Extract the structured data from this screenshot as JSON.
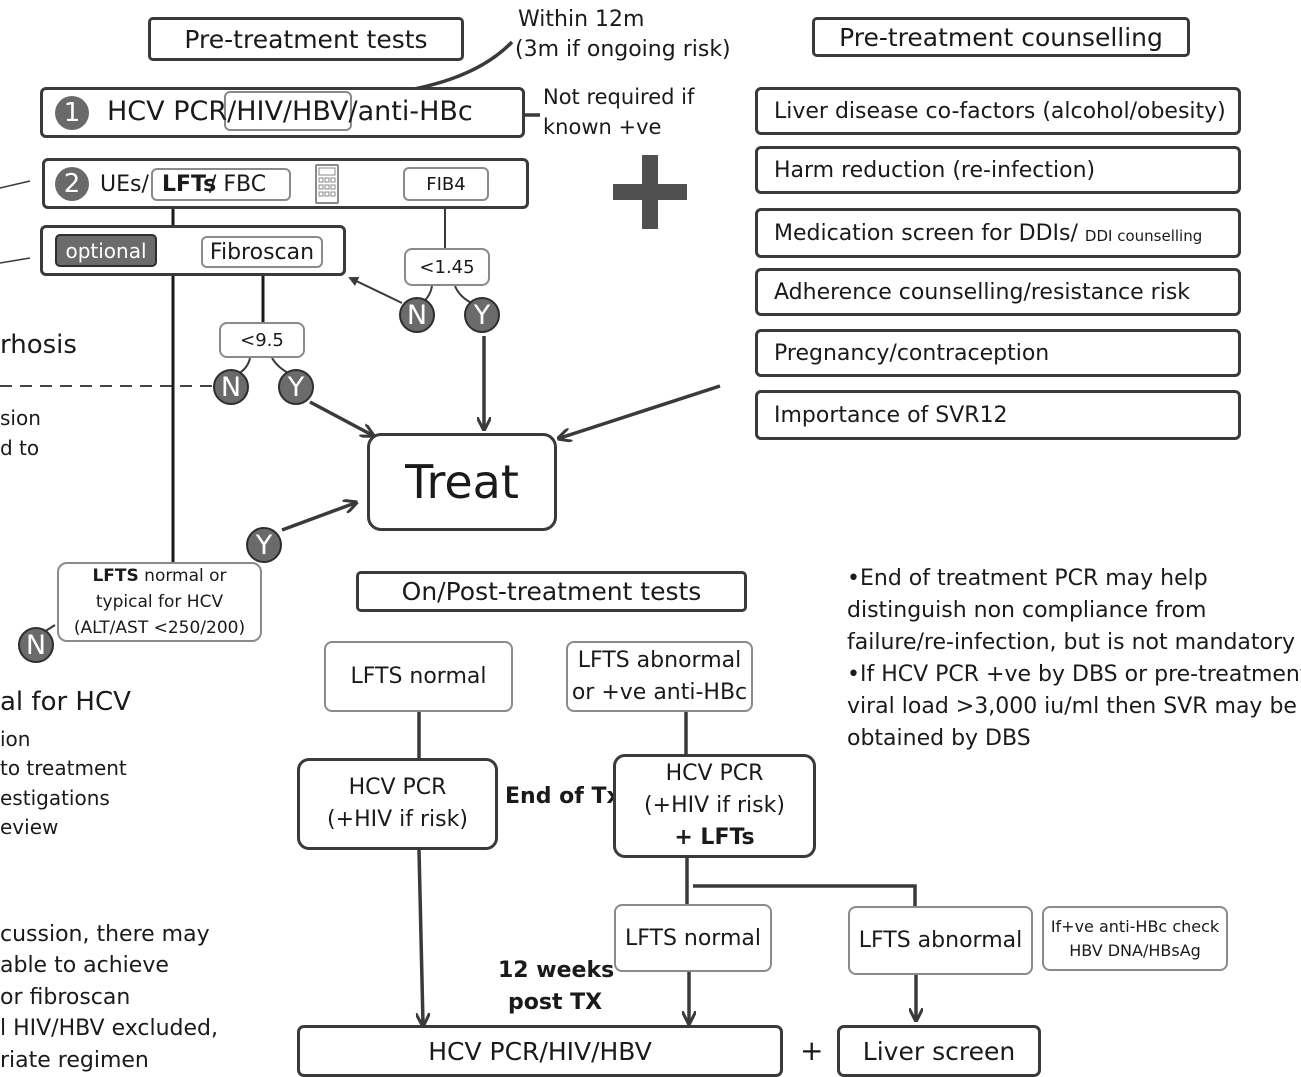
{
  "left_fragments": {
    "cirrhosis": "rhosis",
    "lines1": [
      "sion",
      "d to"
    ],
    "normal_for_hcv": "al for HCV",
    "lines2": [
      "ion",
      "to treatment",
      "estigations",
      "eview"
    ],
    "lines3": [
      "cussion, there may",
      "able to achieve",
      "or fibroscan",
      "l HIV/HBV excluded,",
      "riate regimen"
    ]
  },
  "pre_treatment": {
    "header": "Pre-treatment tests",
    "within_note": [
      "Within 12m",
      "(3m if ongoing risk)"
    ],
    "step1_num": "1",
    "step1_text": "HCV PCR/HIV/HBV/anti-HBc",
    "not_required": [
      "Not required if",
      "known +ve"
    ],
    "step2_num": "2",
    "step2_ues": "UEs/",
    "step2_lfts": "LFTs",
    "step2_fbc": "/ FBC",
    "fib4": "FIB4",
    "optional": "optional",
    "fibroscan": "Fibroscan",
    "threshold_fib4": "<1.45",
    "threshold_fibroscan": "<9.5",
    "yes": "Y",
    "no": "N"
  },
  "counselling": {
    "header": "Pre-treatment counselling",
    "items": [
      {
        "main": "Liver disease co-factors (alcohol/obesity)",
        "small": ""
      },
      {
        "main": "Harm reduction (re-infection)",
        "small": ""
      },
      {
        "main": "Medication screen for DDIs/ ",
        "small": "DDI counselling"
      },
      {
        "main": "Adherence counselling/resistance risk",
        "small": ""
      },
      {
        "main": "Pregnancy/contraception",
        "small": ""
      },
      {
        "main": "Importance of SVR12",
        "small": ""
      }
    ]
  },
  "treat": "Treat",
  "lfts_check": {
    "bold": "LFTS",
    "rest": " normal or",
    "line2": "typical for HCV",
    "line3": "(ALT/AST <250/200)"
  },
  "on_post": {
    "header": "On/Post-treatment tests",
    "lfts_normal": "LFTS normal",
    "lfts_abnormal": [
      "LFTS abnormal",
      "or +ve anti-HBc"
    ],
    "hcv_pcr_left": [
      "HCV PCR",
      "(+HIV if risk)"
    ],
    "hcv_pcr_right": [
      "HCV PCR",
      "(+HIV if risk)",
      "+ LFTs"
    ],
    "end_of_tx": "End of Tx",
    "lfts_normal_2": "LFTS normal",
    "lfts_abnormal_2": "LFTS abnormal",
    "hbv_check": [
      "If+ve anti-HBc check",
      "HBV DNA/HBsAg"
    ],
    "weeks_12": [
      "12 weeks",
      "post TX"
    ],
    "final_left": "HCV PCR/HIV/HBV",
    "plus": "+",
    "liver_screen": "Liver screen"
  },
  "notes": [
    "•End of treatment PCR may help",
    "distinguish non compliance from",
    "failure/re-infection, but is not mandatory",
    "•If HCV PCR +ve by DBS or pre-treatment",
    "viral load >3,000 iu/ml then SVR may be",
    "obtained by DBS"
  ]
}
